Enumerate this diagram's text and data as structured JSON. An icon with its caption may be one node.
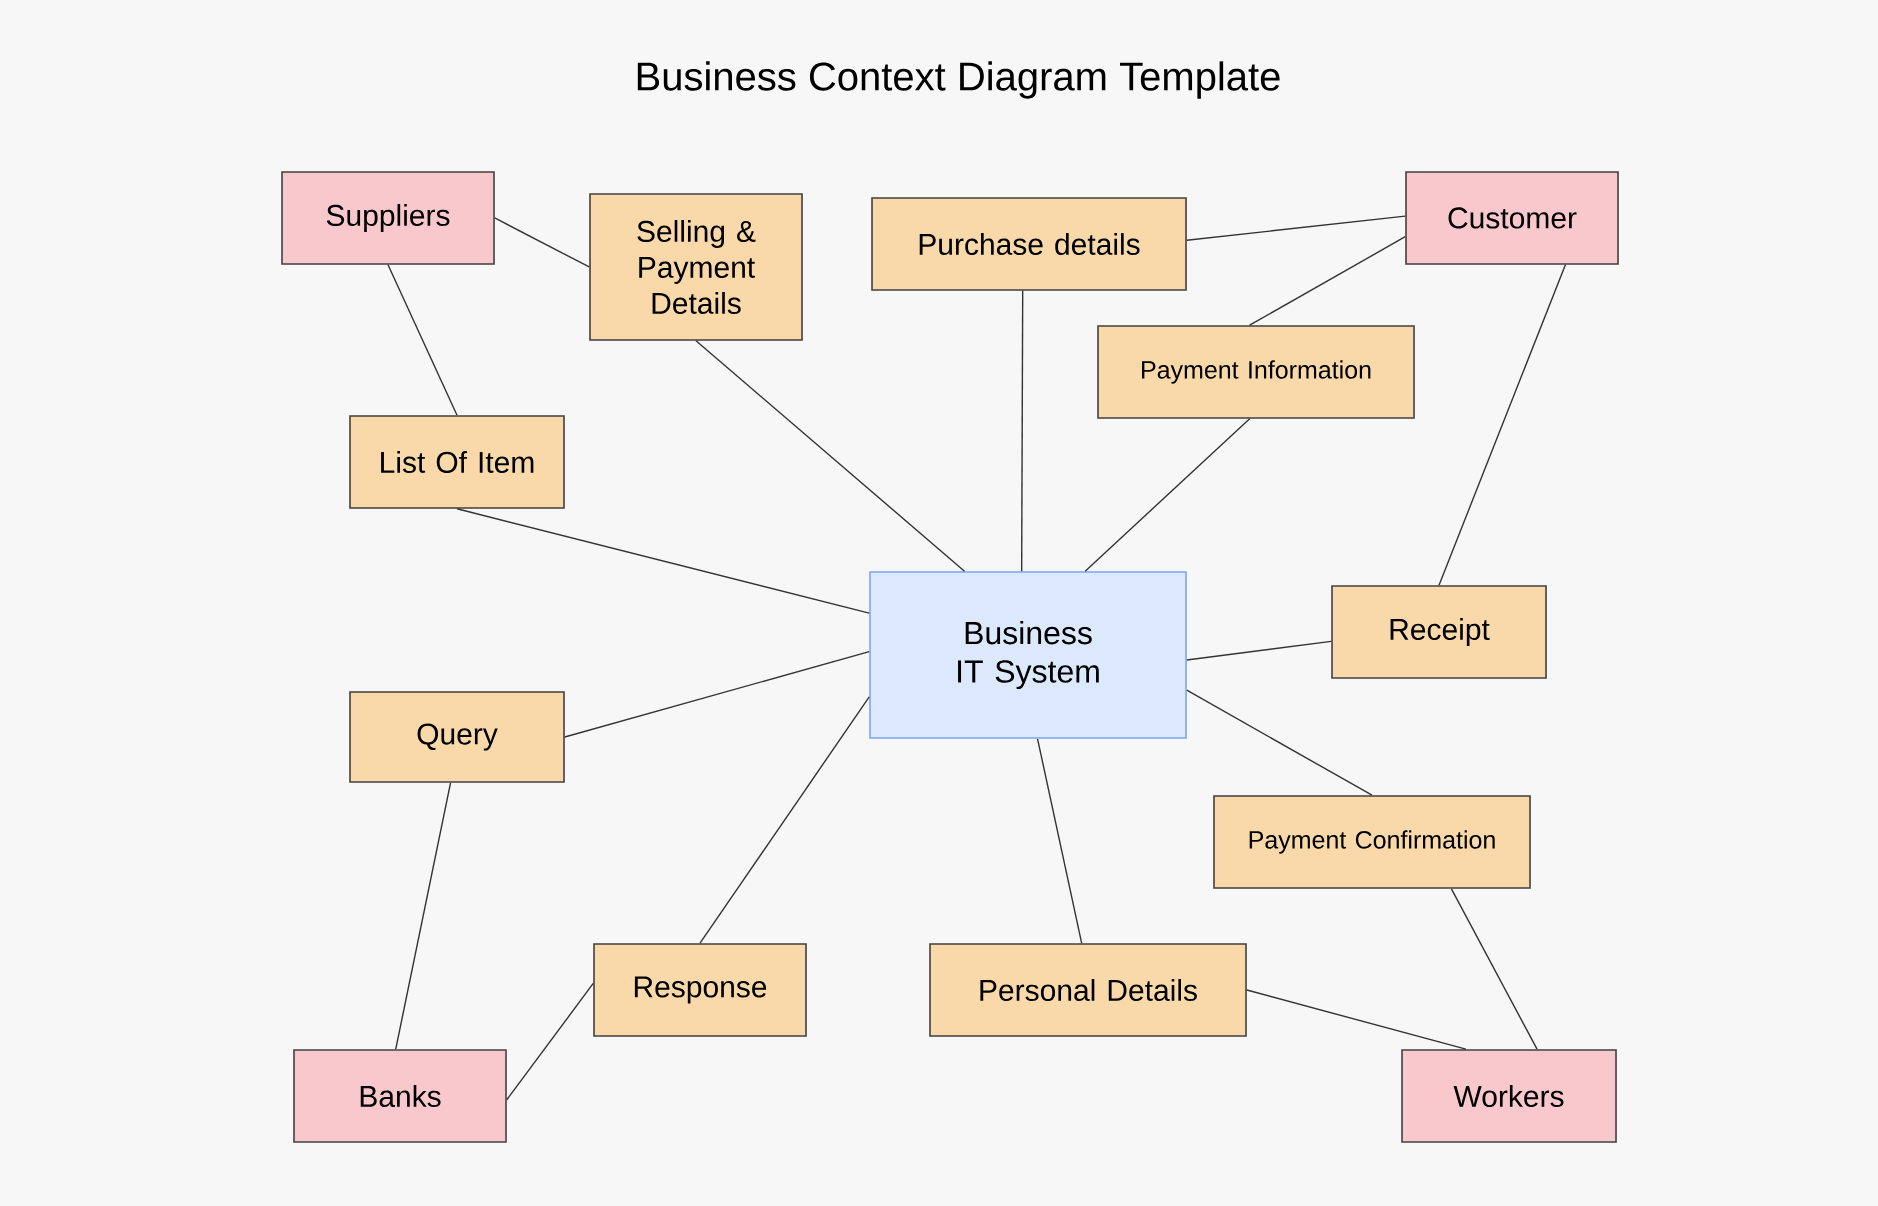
{
  "diagram": {
    "title": "Business Context Diagram Template",
    "nodes": [
      {
        "text": [
          "Suppliers"
        ]
      },
      {
        "text": [
          "Selling & Payment Details"
        ]
      },
      {
        "text": [
          "Purchase details"
        ]
      },
      {
        "text": [
          "Customer"
        ]
      },
      {
        "text": [
          "Payment Information"
        ]
      },
      {
        "text": [
          "List Of Item"
        ]
      },
      {
        "text": [
          "Business IT System"
        ]
      },
      {
        "text": [
          "Receipt"
        ]
      },
      {
        "text": [
          "Query"
        ]
      },
      {
        "text": [
          "Payment Confirmation"
        ]
      },
      {
        "text": [
          "Response"
        ]
      },
      {
        "text": [
          "Personal Details"
        ]
      },
      {
        "text": [
          "Banks"
        ]
      },
      {
        "text": [
          "Workers"
        ]
      }
    ],
    "edges": [
      {
        "from": 0,
        "to": 1,
        "arrow": "none"
      },
      {
        "from": 0,
        "to": 5,
        "arrow": "none"
      },
      {
        "from": 1,
        "to": 6,
        "arrow": "none"
      },
      {
        "from": 2,
        "to": 3,
        "arrow": "none"
      },
      {
        "from": 2,
        "to": 6,
        "arrow": "none"
      },
      {
        "from": 3,
        "to": 4,
        "arrow": "none"
      },
      {
        "from": 4,
        "to": 6,
        "arrow": "none"
      },
      {
        "from": 3,
        "to": 7,
        "arrow": "none"
      },
      {
        "from": 5,
        "to": 6,
        "arrow": "none"
      },
      {
        "from": 7,
        "to": 6,
        "arrow": "none"
      },
      {
        "from": 8,
        "to": 6,
        "arrow": "none"
      },
      {
        "from": 8,
        "to": 12,
        "arrow": "none"
      },
      {
        "from": 6,
        "to": 9,
        "arrow": "none"
      },
      {
        "from": 9,
        "to": 13,
        "arrow": "none"
      },
      {
        "from": 10,
        "to": 6,
        "arrow": "none"
      },
      {
        "from": 10,
        "to": 12,
        "arrow": "none"
      },
      {
        "from": 6,
        "to": 11,
        "arrow": "none"
      },
      {
        "from": 11,
        "to": 13,
        "arrow": "none"
      }
    ]
  }
}
